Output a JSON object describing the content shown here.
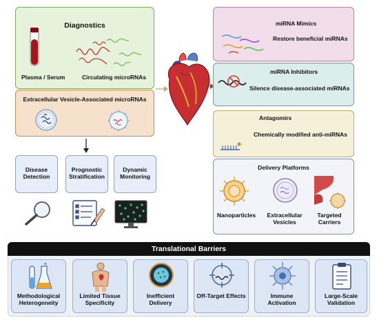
{
  "diagnostics": {
    "title": "Diagnostics",
    "plasma_label": "Plasma / Serum",
    "circulating_label": "Circulating microRNAs"
  },
  "ev": {
    "title": "Extracellular Vesicle-Associated microRNAs"
  },
  "outcomes": [
    {
      "label": "Disease Detection"
    },
    {
      "label": "Prognostic Stratification"
    },
    {
      "label": "Dynamic Monitoring"
    }
  ],
  "mimics": {
    "title": "miRNA Mimics",
    "subtitle": "Restore beneficial miRNAs"
  },
  "inhibitors": {
    "title": "miRNA Inhibitors",
    "subtitle": "Silence disease-associated miRNAs"
  },
  "antagomirs": {
    "title": "Antagomirs",
    "subtitle": "Chemically modified anti-miRNAs"
  },
  "delivery": {
    "title": "Delivery Platforms",
    "items": [
      {
        "label": "Nanoparticles"
      },
      {
        "label": "Extracellular Vesicles"
      },
      {
        "label": "Targeted Carriers"
      }
    ]
  },
  "barriers": {
    "title": "Translational Barriers",
    "items": [
      {
        "label": "Methodological Heterogeneity",
        "icon": "flask-icon"
      },
      {
        "label": "Limited Tissue Specificity",
        "icon": "human-body-icon"
      },
      {
        "label": "Inefficient Delivery",
        "icon": "vesicle-icon"
      },
      {
        "label": "Off-Target Effects",
        "icon": "target-icon"
      },
      {
        "label": "Immune Activation",
        "icon": "immune-cell-icon"
      },
      {
        "label": "Large-Scale Validation",
        "icon": "clipboard-icon"
      }
    ]
  },
  "colors": {
    "diagnostics_bg": "#e6f2dc",
    "diagnostics_border": "#7daa5e",
    "ev_bg": "#f6e2cc",
    "ev_border": "#c98a50",
    "mimics_bg": "#f2deeb",
    "mimics_border": "#b583a3",
    "inhibitors_bg": "#dbeeec",
    "inhibitors_border": "#5fa49a",
    "antagomirs_bg": "#f4f0da",
    "antagomirs_border": "#bfae62",
    "delivery_bg": "#f2f4fa",
    "delivery_border": "#7d8fb8",
    "outcome_bg": "#e7eef9",
    "outcome_border": "#8ea3c8",
    "barriers_header": "#111111",
    "barriers_bg": "#eef1f5",
    "barrier_tile_bg": "#dde6f4",
    "heart_red": "#c62e32"
  }
}
